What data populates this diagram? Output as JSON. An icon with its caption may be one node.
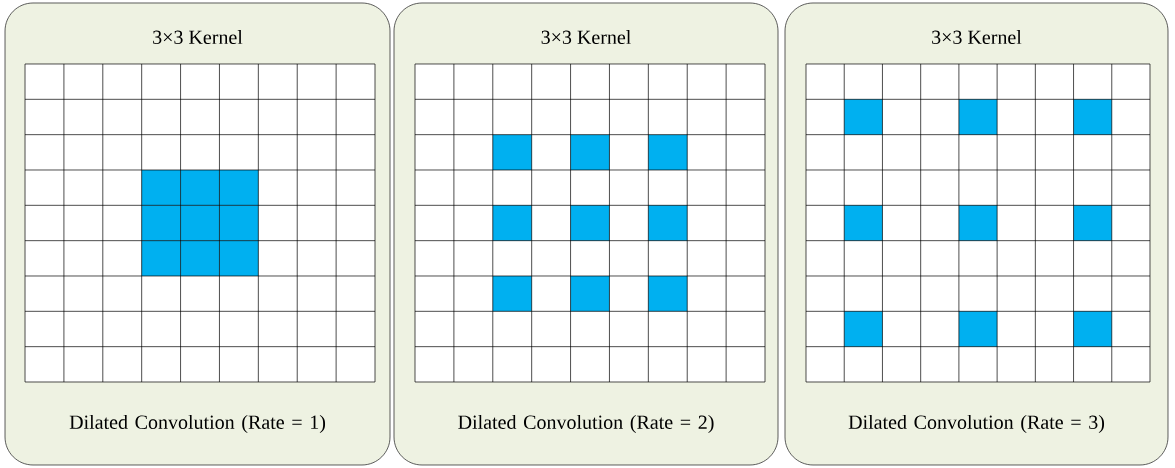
{
  "diagram": {
    "nodes": [
      {
        "text": [
          "3×3 Kernel",
          "Dilated Convolution (Rate = 1)"
        ]
      },
      {
        "text": [
          "3×3 Kernel",
          "Dilated Convolution (Rate = 2)"
        ]
      },
      {
        "text": [
          "3×3 Kernel",
          "Dilated Convolution (Rate = 3)"
        ]
      }
    ]
  }
}
